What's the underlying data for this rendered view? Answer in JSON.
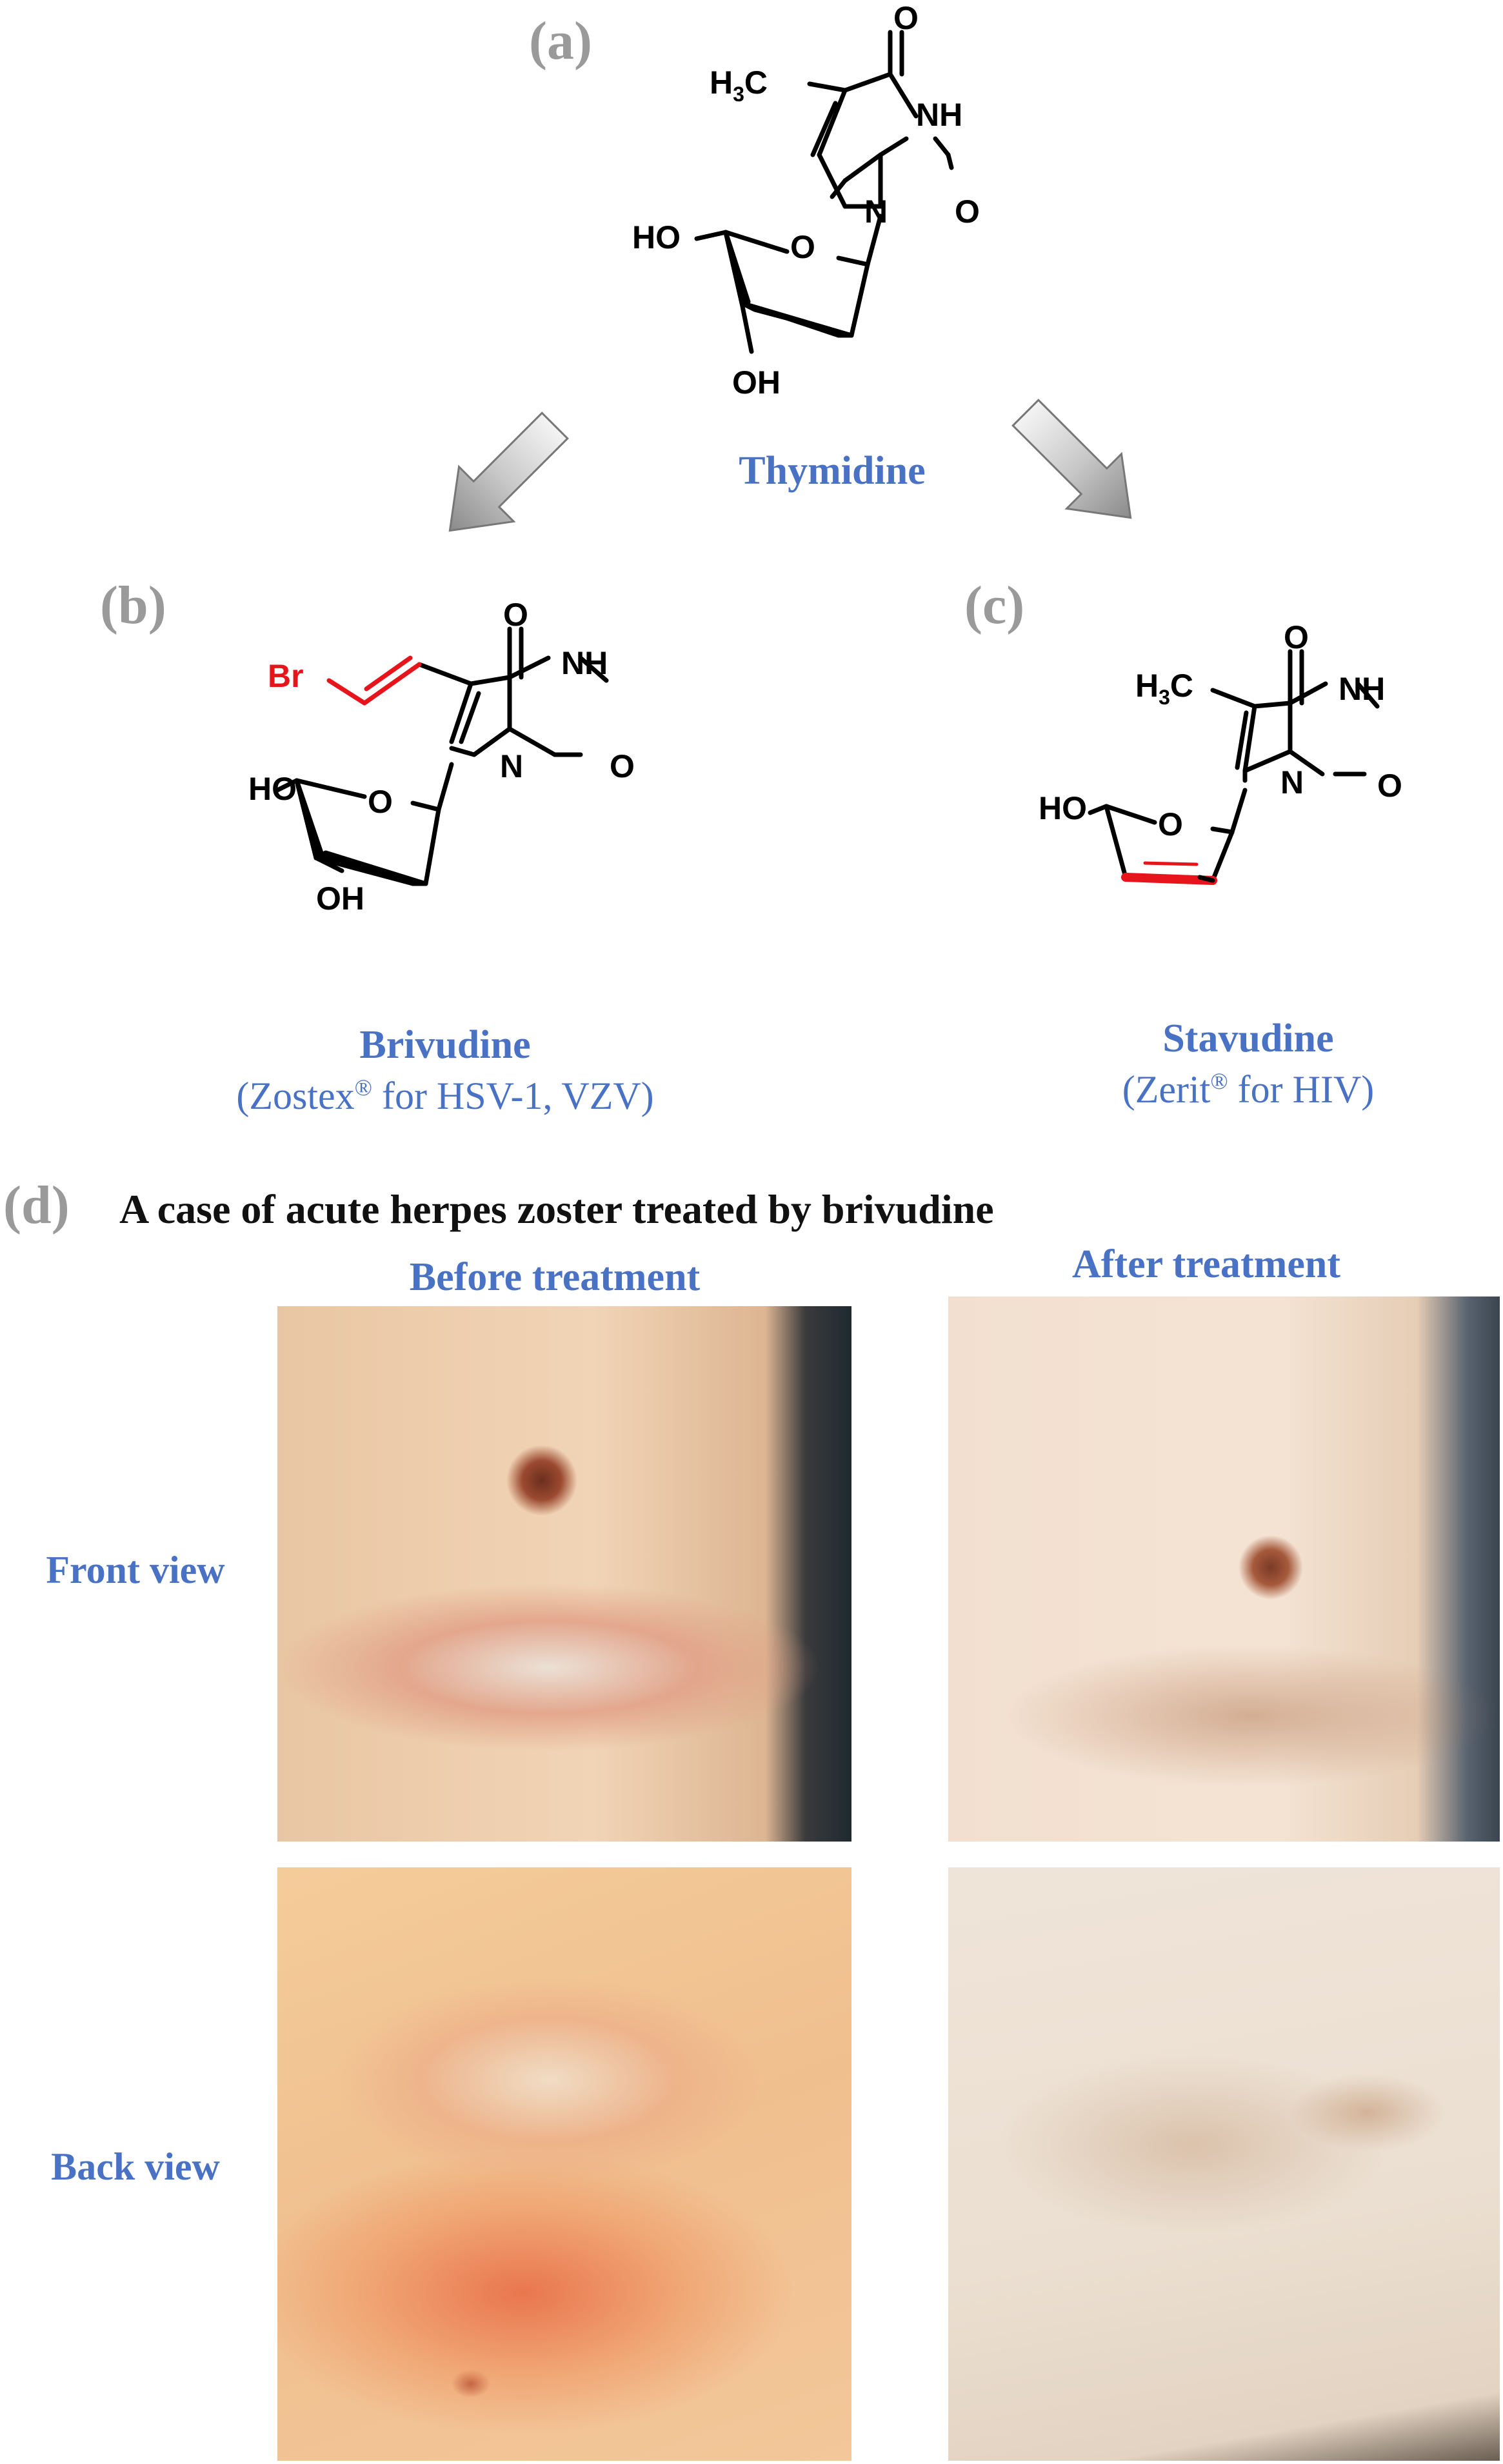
{
  "panels": {
    "a": {
      "letter": "(a)",
      "name": "Thymidine"
    },
    "b": {
      "letter": "(b)",
      "name": "Brivudine",
      "brand": "Zostex",
      "brand_mark": "®",
      "indication": " for HSV-1, VZV)"
    },
    "c": {
      "letter": "(c)",
      "name": "Stavudine",
      "brand": "Zerit",
      "brand_mark": "®",
      "indication": " for HIV)"
    },
    "d": {
      "letter": "(d)",
      "title": "A case of acute herpes zoster treated by brivudine",
      "col_before": "Before treatment",
      "col_after": "After treatment",
      "row_front": "Front view",
      "row_back": "Back view"
    }
  },
  "atoms": {
    "O": "O",
    "NH": "NH",
    "N": "N",
    "HO": "HO",
    "OH": "OH",
    "Br": "Br",
    "H3C_H": "H",
    "H3C_3": "3",
    "H3C_C": "C"
  },
  "colors": {
    "label_blue": "#4a72c4",
    "panel_gray": "#9a9a9a",
    "highlight_red": "#e8141b",
    "skin": "#f0d2b2"
  }
}
